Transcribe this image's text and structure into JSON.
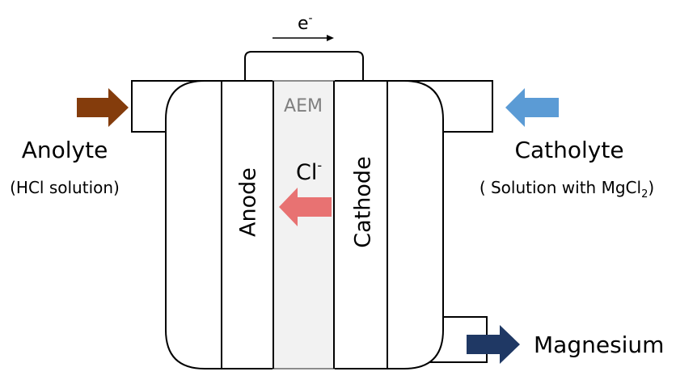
{
  "labels": {
    "electron_base": "e",
    "electron_sup": "-",
    "membrane": "AEM",
    "anode": "Anode",
    "cathode": "Cathode",
    "ion_base": "Cl",
    "ion_sup": "-",
    "anolyte": "Anolyte",
    "anolyte_note": "(HCl solution)",
    "catholyte": "Catholyte",
    "catholyte_note_prefix": "( Solution with MgCl",
    "catholyte_note_sub": "2",
    "catholyte_note_suffix": ")",
    "product": "Magnesium"
  },
  "icons": {
    "anolyte_inlet": "arrow-right-icon",
    "catholyte_inlet": "arrow-left-icon",
    "ion_flow": "arrow-left-icon",
    "product_outlet": "arrow-right-icon",
    "electron_flow": "arrow-right-icon"
  },
  "colors": {
    "anolyte_arrow": "#843c0c",
    "catholyte_arrow": "#5b9bd5",
    "ion_arrow": "#e87272",
    "product_arrow": "#1f3864",
    "membrane_fill": "#f2f2f2",
    "membrane_text": "#7f7f7f",
    "line": "#000000",
    "membrane_border": "#8c8c8c"
  }
}
